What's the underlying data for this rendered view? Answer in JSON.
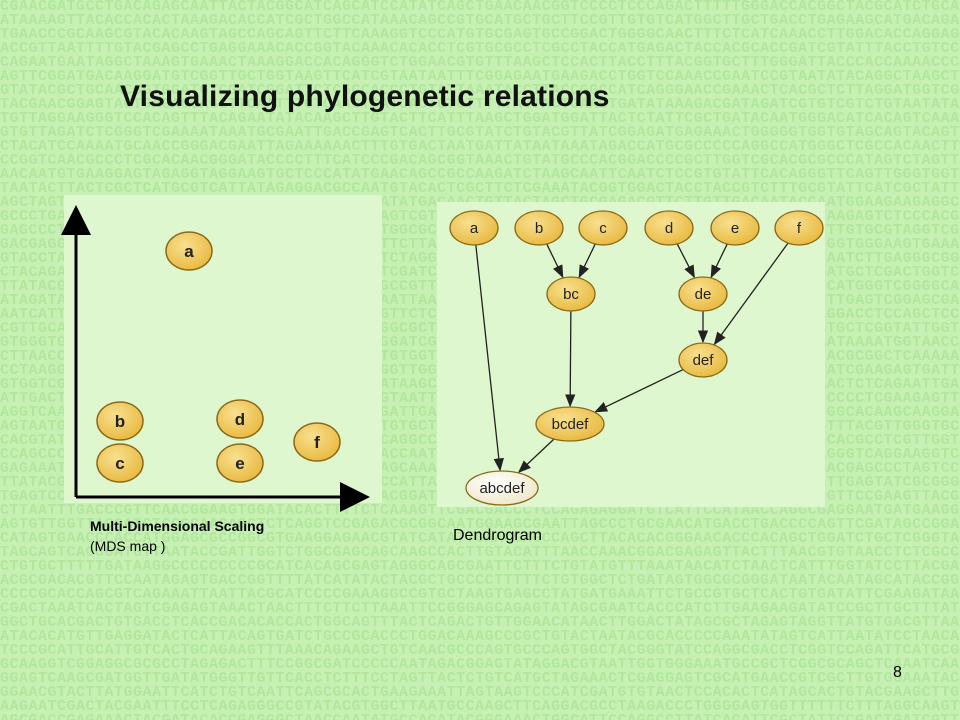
{
  "slide": {
    "title": "Visualizing phylogenetic relations",
    "page_number": "8"
  },
  "mds": {
    "caption_bold": "Multi-Dimensional Scaling",
    "caption_sub": "(MDS map )",
    "nodes": [
      {
        "id": "a",
        "label": "a"
      },
      {
        "id": "b",
        "label": "b"
      },
      {
        "id": "c",
        "label": "c"
      },
      {
        "id": "d",
        "label": "d"
      },
      {
        "id": "e",
        "label": "e"
      },
      {
        "id": "f",
        "label": "f"
      }
    ]
  },
  "dendrogram": {
    "caption": "Dendrogram",
    "nodes": [
      {
        "id": "a",
        "label": "a"
      },
      {
        "id": "b",
        "label": "b"
      },
      {
        "id": "c",
        "label": "c"
      },
      {
        "id": "d",
        "label": "d"
      },
      {
        "id": "e",
        "label": "e"
      },
      {
        "id": "f",
        "label": "f"
      },
      {
        "id": "bc",
        "label": "bc"
      },
      {
        "id": "de",
        "label": "de"
      },
      {
        "id": "def",
        "label": "def"
      },
      {
        "id": "bcdef",
        "label": "bcdef"
      },
      {
        "id": "abcdef",
        "label": "abcdef"
      }
    ],
    "edges": [
      {
        "from": "b",
        "to": "bc"
      },
      {
        "from": "c",
        "to": "bc"
      },
      {
        "from": "d",
        "to": "de"
      },
      {
        "from": "e",
        "to": "de"
      },
      {
        "from": "de",
        "to": "def"
      },
      {
        "from": "f",
        "to": "def"
      },
      {
        "from": "bc",
        "to": "bcdef"
      },
      {
        "from": "def",
        "to": "bcdef"
      },
      {
        "from": "bcdef",
        "to": "abcdef"
      },
      {
        "from": "a",
        "to": "abcdef"
      }
    ]
  },
  "colors": {
    "background": "#c6f0b4",
    "panel": "#dff7cf",
    "node_fill": "#f2cf6a",
    "node_fill_root": "#fbf6e3",
    "node_stroke": "#8a6a18"
  }
}
